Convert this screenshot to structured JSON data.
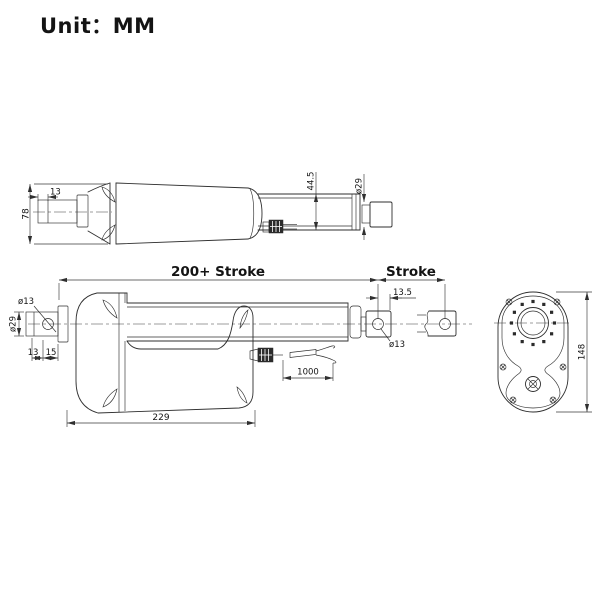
{
  "title": "Unit：MM",
  "colors": {
    "line": "#2f2f2f",
    "text": "#141414",
    "background": "#ffffff"
  },
  "side_view": {
    "body_height": "78",
    "clevis_slot_width": "13",
    "tube_height": "44.5",
    "rod_diameter": "ø29"
  },
  "front_view": {
    "retracted_length": "200+ Stroke",
    "stroke": "Stroke",
    "rod_end_offset": "13.5",
    "mount_hole_diameter": "ø13",
    "mount_pin_diameter": "ø29",
    "clevis_dim_a": "13",
    "clevis_dim_b": "15",
    "rod_hole_diameter": "ø13",
    "cable_length": "1000",
    "housing_length": "229"
  },
  "end_view": {
    "height": "148"
  }
}
